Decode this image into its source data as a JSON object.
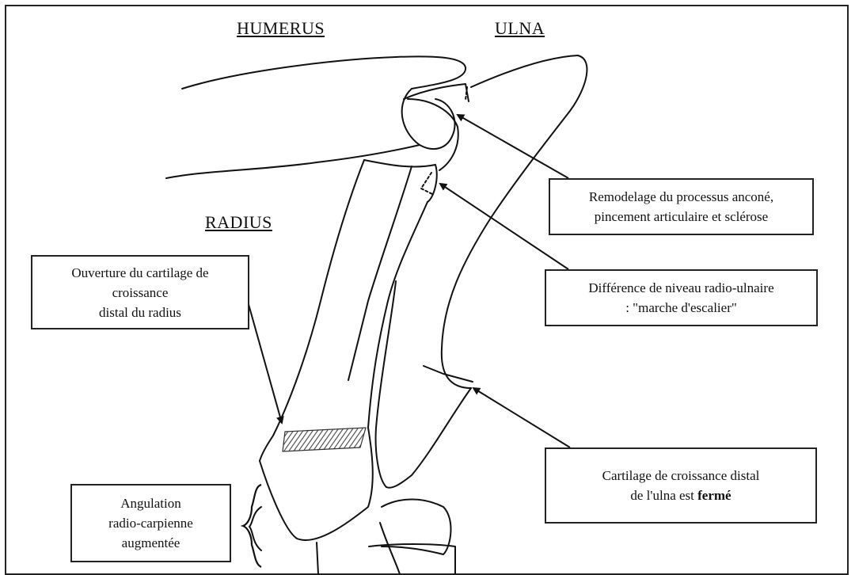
{
  "labels": {
    "humerus": "HUMERUS",
    "ulna": "ULNA",
    "radius": "RADIUS"
  },
  "callouts": {
    "anconeal": {
      "line1": "Remodelage du processus anconé,",
      "line2": "pincement articulaire et sclérose"
    },
    "step": {
      "line1": "Différence de niveau radio-ulnaire",
      "line2": ": \"marche d'escalier\""
    },
    "radius_growth": {
      "line1": "Ouverture du cartilage de",
      "line2": "croissance",
      "line3": "distal du radius"
    },
    "ulna_growth": {
      "line1": "Cartilage de croissance distal",
      "line2_prefix": "de l'ulna est ",
      "line2_bold": "fermé"
    },
    "angulation": {
      "line1": "Angulation",
      "line2": "radio-carpienne",
      "line3": "augmentée"
    }
  },
  "colors": {
    "ink": "#111111",
    "hatch": "#555555",
    "background": "#ffffff"
  }
}
